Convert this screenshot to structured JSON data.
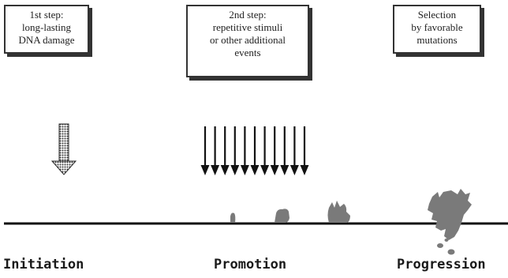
{
  "steps": [
    {
      "lines": [
        "1st step:",
        "long-lasting",
        "DNA damage"
      ]
    },
    {
      "lines": [
        "2nd step:",
        "repetitive stimuli",
        "or other additional",
        "events"
      ]
    },
    {
      "lines": [
        "Selection",
        "by favorable",
        "mutations"
      ]
    }
  ],
  "stages": {
    "initiation": "Initiation",
    "promotion": "Promotion",
    "progression": "Progression"
  },
  "colors": {
    "stroke": "#111111",
    "box_border": "#333333",
    "dotted_arrow": "#444444",
    "growth": "#7a7a7a"
  }
}
